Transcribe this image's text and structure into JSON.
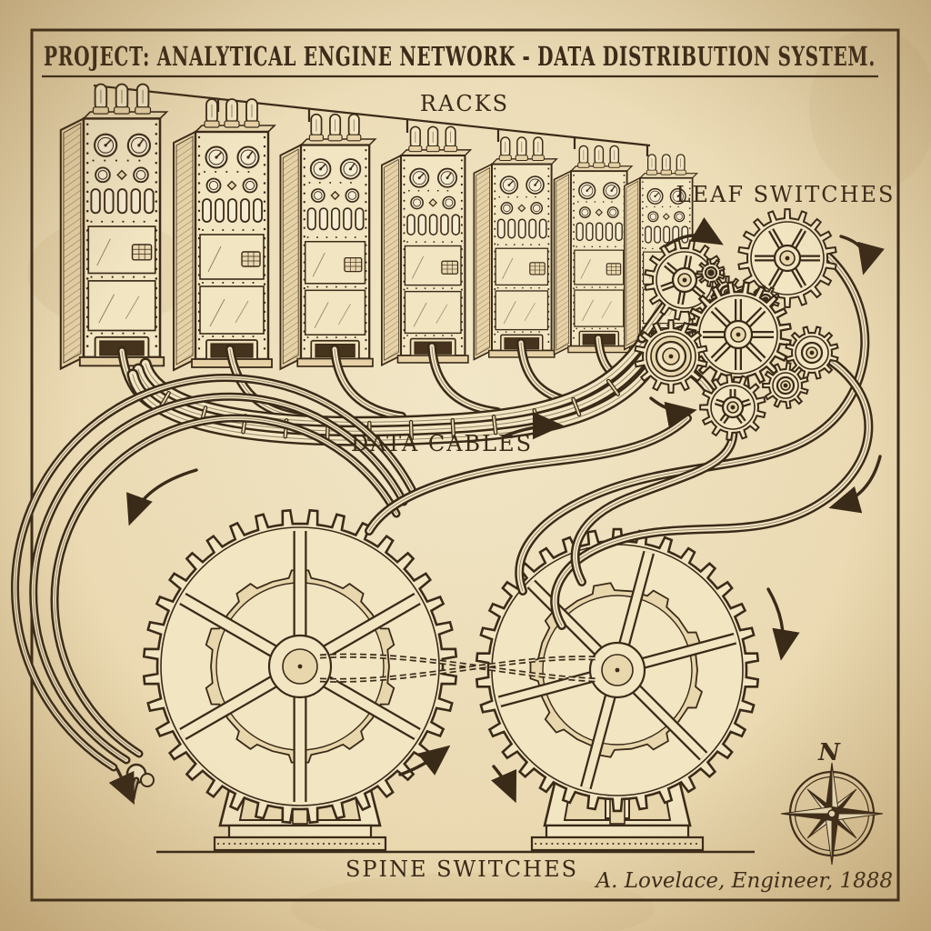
{
  "title": "PROJECT: ANALYTICAL ENGINE NETWORK - DATA DISTRIBUTION SYSTEM.",
  "labels": {
    "racks": "RACKS",
    "leaf_switches": "LEAF SWITCHES",
    "data_cables": "DATA CABLES",
    "spine_switches": "SPINE SWITCHES"
  },
  "signature": "A. Lovelace, Engineer, 1888",
  "compass": {
    "north": "N"
  },
  "counts": {
    "racks": 7,
    "spine_switch_wheels": 2
  },
  "colors": {
    "ink": "#3a2a18",
    "paper": "#e8d4a8",
    "paper_light": "#f2e5c2",
    "slot_dark": "#45331d"
  }
}
